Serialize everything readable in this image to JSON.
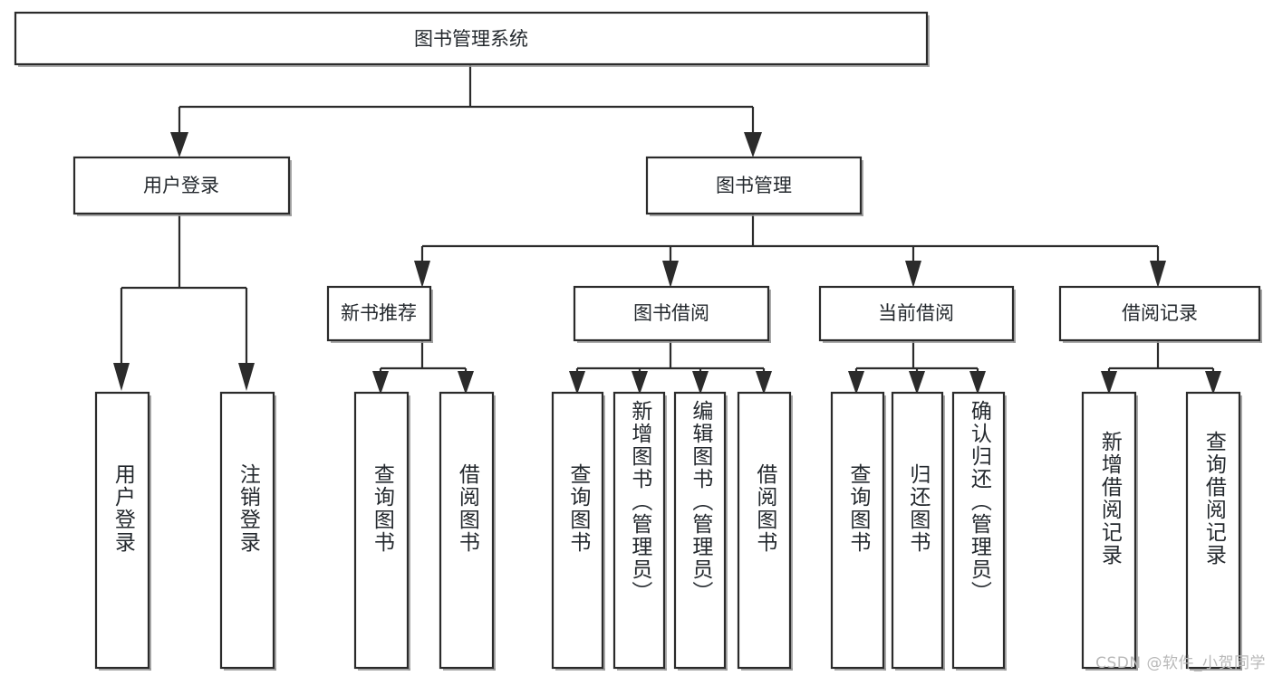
{
  "diagram": {
    "type": "tree-hierarchy-chart",
    "title_text": "图书管理系统",
    "orientation": "top-down",
    "colors": {
      "box_fill": "#ffffff",
      "box_stroke": "#2b2b2b",
      "text": "#24292e",
      "shadow": "#9b9b9b",
      "watermark": "#b9b9b9",
      "background": "#ffffff"
    }
  },
  "root": {
    "label": "图书管理系统"
  },
  "level2": [
    {
      "label": "用户登录"
    },
    {
      "label": "图书管理"
    }
  ],
  "level3": [
    {
      "label": "新书推荐"
    },
    {
      "label": "图书借阅"
    },
    {
      "label": "当前借阅"
    },
    {
      "label": "借阅记录"
    }
  ],
  "leaves": {
    "user_login": [
      {
        "label": "用户登录"
      },
      {
        "label": "注销登录"
      }
    ],
    "new_book_recommend": [
      {
        "label": "查询图书"
      },
      {
        "label": "借阅图书"
      }
    ],
    "book_borrow": [
      {
        "label": "查询图书"
      },
      {
        "label": "新增图书（管理员）"
      },
      {
        "label": "编辑图书（管理员）"
      },
      {
        "label": "借阅图书"
      }
    ],
    "current_borrow": [
      {
        "label": "查询图书"
      },
      {
        "label": "归还图书"
      },
      {
        "label": "确认归还（管理员）"
      }
    ],
    "borrow_record": [
      {
        "label": "新增借阅记录"
      },
      {
        "label": "查询借阅记录"
      }
    ]
  },
  "watermark": {
    "text": "CSDN @软件_小贺同学"
  }
}
